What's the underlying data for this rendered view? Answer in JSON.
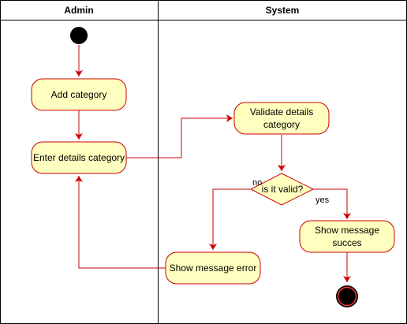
{
  "swimlanes": [
    {
      "title": "Admin"
    },
    {
      "title": "System"
    }
  ],
  "nodes": {
    "add_category": {
      "lines": [
        "Add category"
      ]
    },
    "enter_details": {
      "lines": [
        "Enter details category"
      ]
    },
    "validate_details": {
      "lines": [
        "Validate details",
        "category"
      ]
    },
    "decision": {
      "lines": [
        "is it valid?"
      ]
    },
    "show_success": {
      "lines": [
        "Show message",
        "succes"
      ]
    },
    "show_error": {
      "lines": [
        "Show message error"
      ]
    }
  },
  "edge_labels": {
    "no": "no",
    "yes": "yes"
  },
  "colors": {
    "activity_fill": "#ffffc0",
    "activity_stroke": "#cc0000",
    "arrow": "#cc0000",
    "node_black": "#000000"
  }
}
